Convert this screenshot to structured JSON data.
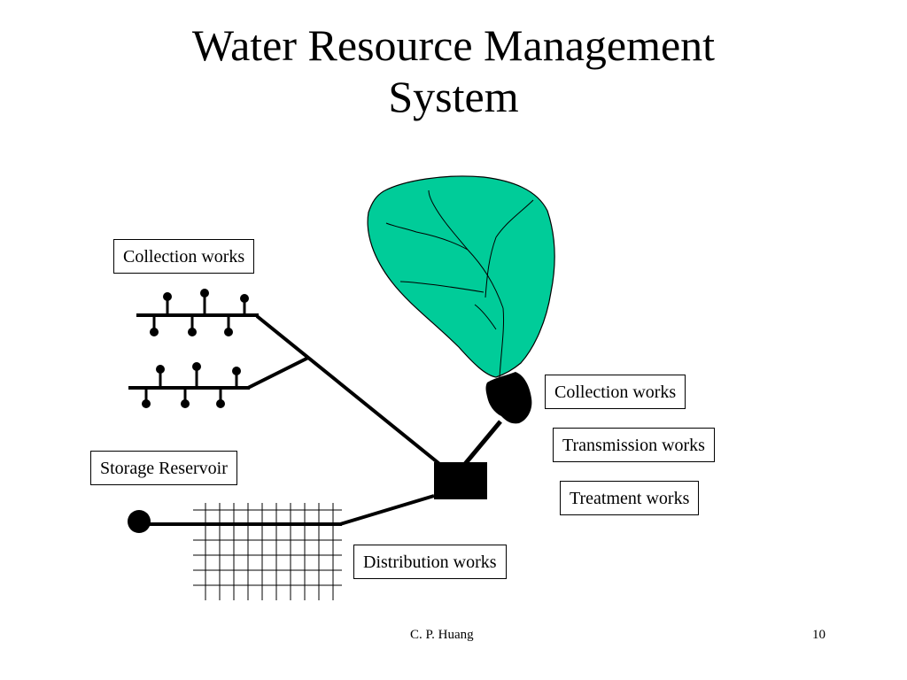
{
  "slide": {
    "title_line1": "Water Resource Management",
    "title_line2": "System"
  },
  "labels": {
    "collection_works_left": "Collection works",
    "collection_works_right": "Collection works",
    "transmission_works": "Transmission works",
    "treatment_works": "Treatment works",
    "storage_reservoir": "Storage Reservoir",
    "distribution_works": "Distribution works"
  },
  "footer": {
    "author": "C. P. Huang",
    "page_number": "10"
  },
  "colors": {
    "watershed_fill": "#00CC99",
    "ink": "#000000"
  }
}
